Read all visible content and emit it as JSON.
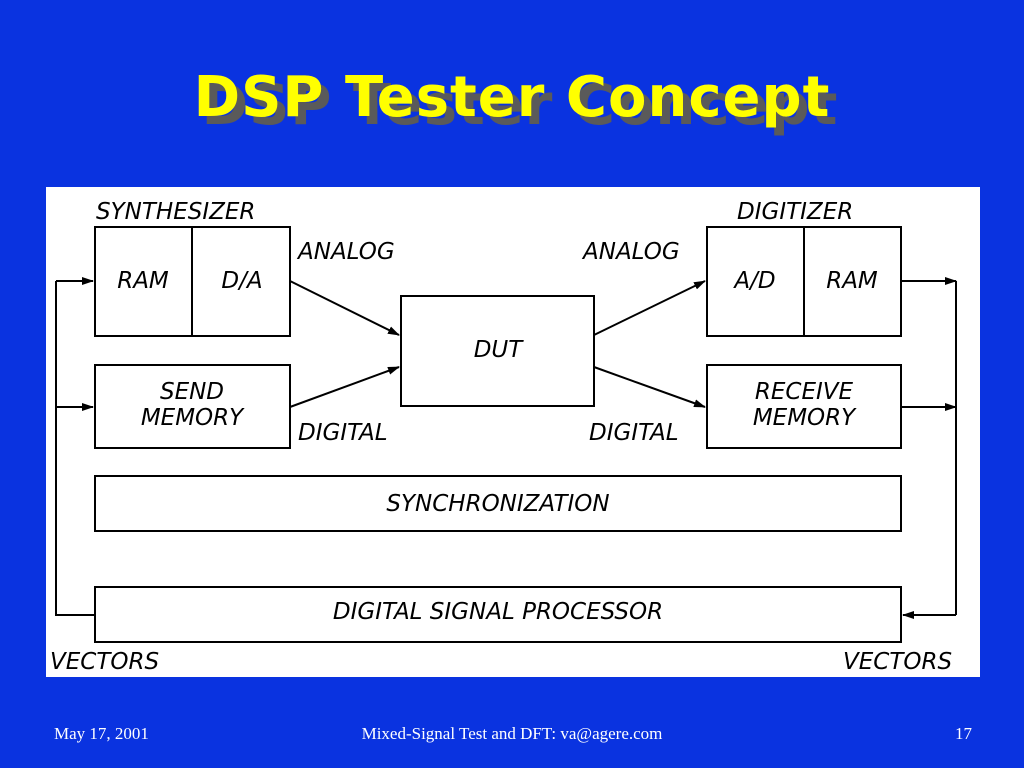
{
  "slide": {
    "title": "DSP Tester Concept",
    "colors": {
      "background": "#0a33e0",
      "title": "#ffff00",
      "title_shadow": "#5a5a5a",
      "diagram_bg": "#ffffff"
    }
  },
  "diagram": {
    "synthesizer": {
      "label": "SYNTHESIZER",
      "left_cell": "RAM",
      "right_cell": "D/A"
    },
    "send_memory": {
      "line1": "SEND",
      "line2": "MEMORY"
    },
    "dut": "DUT",
    "digitizer": {
      "label": "DIGITIZER",
      "left_cell": "A/D",
      "right_cell": "RAM"
    },
    "receive_memory": {
      "line1": "RECEIVE",
      "line2": "MEMORY"
    },
    "synchronization": "SYNCHRONIZATION",
    "dsp": "DIGITAL SIGNAL PROCESSOR",
    "labels": {
      "analog_in": "ANALOG",
      "digital_in": "DIGITAL",
      "analog_out": "ANALOG",
      "digital_out": "DIGITAL",
      "vectors_left": "VECTORS",
      "vectors_right": "VECTORS"
    }
  },
  "footer": {
    "date": "May 17, 2001",
    "center": "Mixed-Signal Test and DFT: va@agere.com",
    "page": "17"
  }
}
